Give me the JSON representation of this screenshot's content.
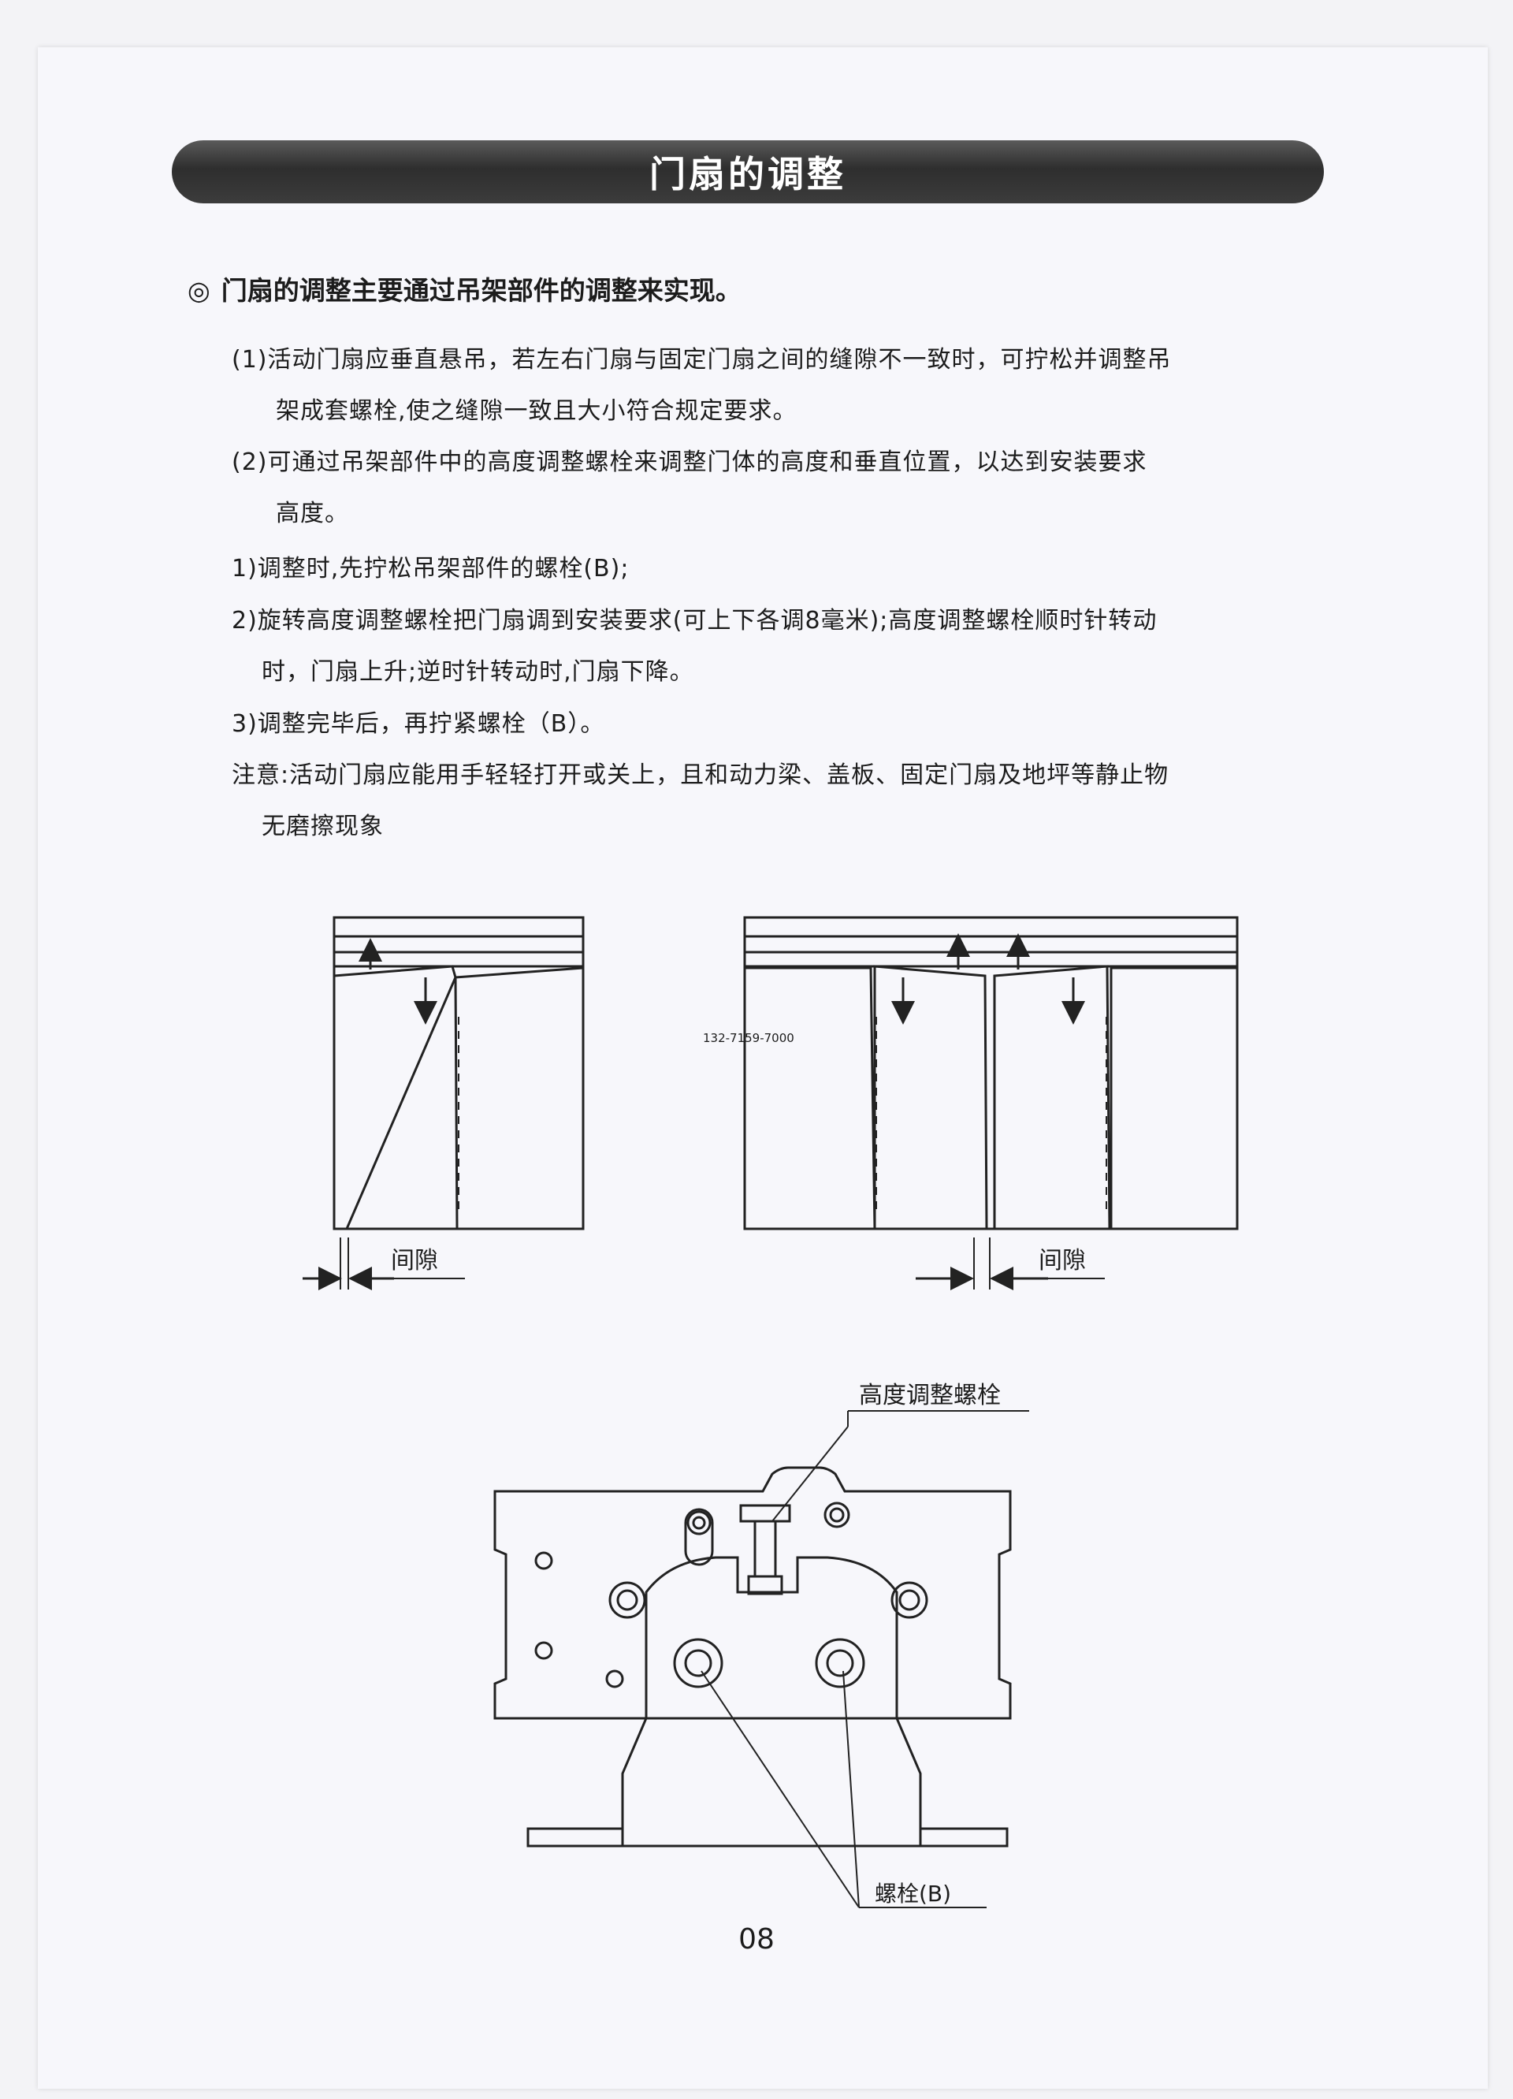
{
  "title": "门扇的调整",
  "intro": {
    "mark": "◎",
    "text": "门扇的调整主要通过吊架部件的调整来实现。"
  },
  "lines": [
    "(1)活动门扇应垂直悬吊，若左右门扇与固定门扇之间的缝隙不一致时，可拧松并调整吊",
    "架成套螺栓,使之缝隙一致且大小符合规定要求。",
    "(2)可通过吊架部件中的高度调整螺栓来调整门体的高度和垂直位置，以达到安装要求",
    "高度。",
    "1)调整时,先拧松吊架部件的螺栓(B);",
    "2)旋转高度调整螺栓把门扇调到安装要求(可上下各调8毫米);高度调整螺栓顺时针转动",
    "时，门扇上升;逆时针转动时,门扇下降。",
    "3)调整完毕后，再拧紧螺栓（B）。",
    "注意:活动门扇应能用手轻轻打开或关上，且和动力梁、盖板、固定门扇及地坪等静止物",
    "无磨擦现象"
  ],
  "diagram": {
    "gap_label_left": "间隙",
    "gap_label_right": "间隙",
    "phone": "132-7159-7000",
    "height_bolt_label": "高度调整螺栓",
    "bolt_b_label": "螺栓(B)"
  },
  "page_number": "08"
}
